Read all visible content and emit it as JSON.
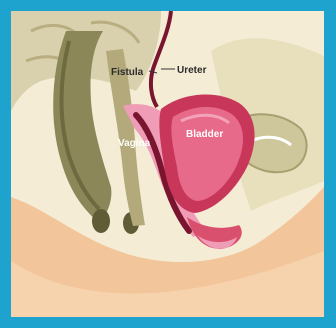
{
  "labels": {
    "fistula": "Fistula",
    "ureter": "Ureter",
    "bladder": "Bladder",
    "vagina": "Vagina"
  },
  "colors": {
    "frame": "#1ea3cf",
    "skin": "#f3c59b",
    "bone": "#8b8758",
    "tissue": "#cfc79c",
    "bladder_wall": "#c8375a",
    "vaginal_canal": "#7a1530",
    "pink_tissue": "#ef9cb6"
  }
}
